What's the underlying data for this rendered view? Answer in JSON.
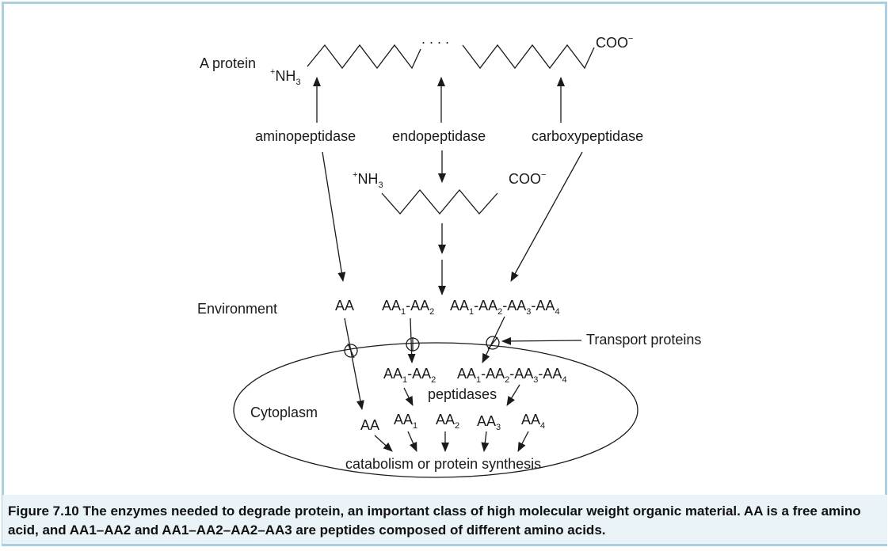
{
  "diagram": {
    "protein_label": "A protein",
    "nh3_top": "+NH3",
    "coo_top": "COO−",
    "ellipsis_dots": ". . . .",
    "enzymes": {
      "aminopeptidase": "aminopeptidase",
      "endopeptidase": "endopeptidase",
      "carboxypeptidase": "carboxypeptidase"
    },
    "nh3_mid": "+NH3",
    "coo_mid": "COO−",
    "environment_label": "Environment",
    "env_aa": "AA",
    "env_dipeptide": "AA1-AA2",
    "env_tetrapeptide": "AA1-AA2-AA3-AA4",
    "transport_label": "Transport proteins",
    "cytoplasm_label": "Cytoplasm",
    "cyto_dipeptide": "AA1-AA2",
    "cyto_tetrapeptide": "AA1-AA2-AA3-AA4",
    "peptidases_label": "peptidases",
    "free_aas": [
      "AA",
      "AA1",
      "AA2",
      "AA3",
      "AA4"
    ],
    "fate_label": "catabolism or protein synthesis"
  },
  "caption": {
    "figure_label": "Figure 7.10",
    "text": "The enzymes needed to degrade protein, an important class of high molecular weight organic material. AA is a free amino acid, and AA1–AA2 and AA1–AA2–AA2–AA3 are peptides composed of different amino acids."
  }
}
